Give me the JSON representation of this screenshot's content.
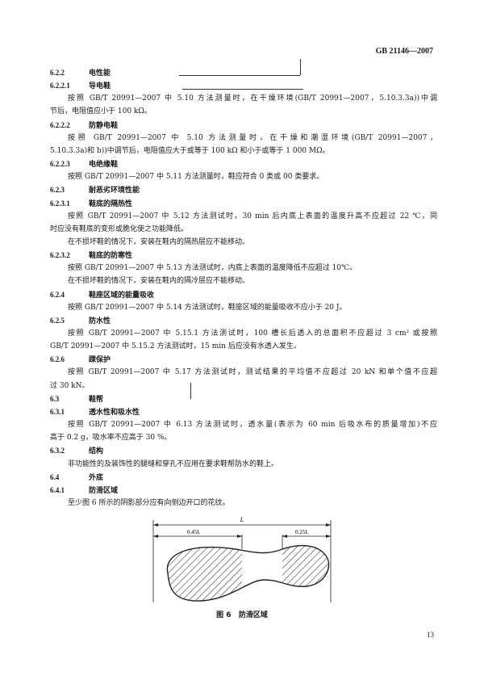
{
  "header": {
    "standard": "GB 21146—2007"
  },
  "page_number": "13",
  "lines": [
    {
      "kind": "h",
      "num": "6.2.2",
      "title": "电性能"
    },
    {
      "kind": "h",
      "num": "6.2.2.1",
      "title": "导电鞋"
    },
    {
      "kind": "p",
      "text": "按照 GB/T 20991—2007 中 5.10 方法测量时，在干燥环境(GB/T 20991—2007，5.10.3.3a))中调"
    },
    {
      "kind": "c",
      "text": "节后，电阻值应小于 100 kΩ。"
    },
    {
      "kind": "h",
      "num": "6.2.2.2",
      "title": "防静电鞋"
    },
    {
      "kind": "p",
      "text": "按照 GB/T 20991—2007 中 5.10 方法测量时，在干燥和潮湿环境(GB/T 20991—2007，"
    },
    {
      "kind": "c",
      "text": "5.10.3.3a)和 b))中调节后，电阻值应大于或等于 100 kΩ 和小于或等于 1 000 MΩ。"
    },
    {
      "kind": "h",
      "num": "6.2.2.3",
      "title": "电绝缘鞋"
    },
    {
      "kind": "p",
      "text": "按照 GB/T 20991—2007 中 5.11 方法测量时，鞋应符合 0 类或 00 类要求。"
    },
    {
      "kind": "h",
      "num": "6.2.3",
      "title": "耐恶劣环境性能"
    },
    {
      "kind": "h",
      "num": "6.2.3.1",
      "title": "鞋底的隔热性"
    },
    {
      "kind": "p",
      "text": "按照 GB/T 20991—2007 中 5.12 方法测试时，30 min 后内底上表面的温度升高不应超过 22 ℃，同"
    },
    {
      "kind": "c",
      "text": "时应没有鞋底的变形或脆化使之功能降低。"
    },
    {
      "kind": "p",
      "text": "在不损坏鞋的情况下，安装在鞋内的隔热层应不能移动。"
    },
    {
      "kind": "h",
      "num": "6.2.3.2",
      "title": "鞋底的防寒性"
    },
    {
      "kind": "p",
      "text": "按照 GB/T 20991—2007 中 5.13 方法测试时，内底上表面的温度降低不应超过 10℃。"
    },
    {
      "kind": "p",
      "text": "在不损坏鞋的情况下，安装在鞋内的隔冷层应不能移动。"
    },
    {
      "kind": "h",
      "num": "6.2.4",
      "title": "鞋座区域的能量吸收"
    },
    {
      "kind": "p",
      "text": "按照 GB/T 20991—2007 中 5.14 方法测试时，鞋座区域的能量吸收不应小于 20 J。"
    },
    {
      "kind": "h",
      "num": "6.2.5",
      "title": "防水性"
    },
    {
      "kind": "p",
      "text": "按照 GB/T 20991—2007 中 5.15.1 方法测试时，100 槽长后透入的总面积不应超过 3 cm² 或按照"
    },
    {
      "kind": "c",
      "text": "GB/T 20991—2007 中 5.15.2 方法测试时，15 min 后应没有水透入发生。"
    },
    {
      "kind": "h",
      "num": "6.2.6",
      "title": "踝保护"
    },
    {
      "kind": "p",
      "text": "按照 GB/T 20991—2007 中 5.17 方法测试时，测试结果的平均值不应超过 20 kN 和单个值不应超"
    },
    {
      "kind": "c",
      "text": "过 30 kN。"
    },
    {
      "kind": "h",
      "num": "6.3",
      "title": "鞋帮"
    },
    {
      "kind": "h",
      "num": "6.3.1",
      "title": "透水性和吸水性"
    },
    {
      "kind": "p",
      "text": "按照 GB/T 20991—2007 中 6.13 方法测试时，透水量(表示为 60 min 后吸水布的质量增加)不应"
    },
    {
      "kind": "c",
      "text": "高于 0.2 g，吸水率不应高于 30 %。"
    },
    {
      "kind": "h",
      "num": "6.3.2",
      "title": "结构"
    },
    {
      "kind": "p",
      "text": "非功能性的及装饰性的腿缝和穿孔不应用在要求鞋帮防水的鞋上。"
    },
    {
      "kind": "h",
      "num": "6.4",
      "title": "外底"
    },
    {
      "kind": "h",
      "num": "6.4.1",
      "title": "防滑区域"
    },
    {
      "kind": "p",
      "text": "至少图 6 所示的阴影部分应有向侧边开口的花纹。"
    }
  ],
  "figure": {
    "total_label": "L",
    "front_label": "0.45L",
    "rear_label": "0.25L",
    "caption_num": "图 6",
    "caption_title": "防滑区域"
  }
}
